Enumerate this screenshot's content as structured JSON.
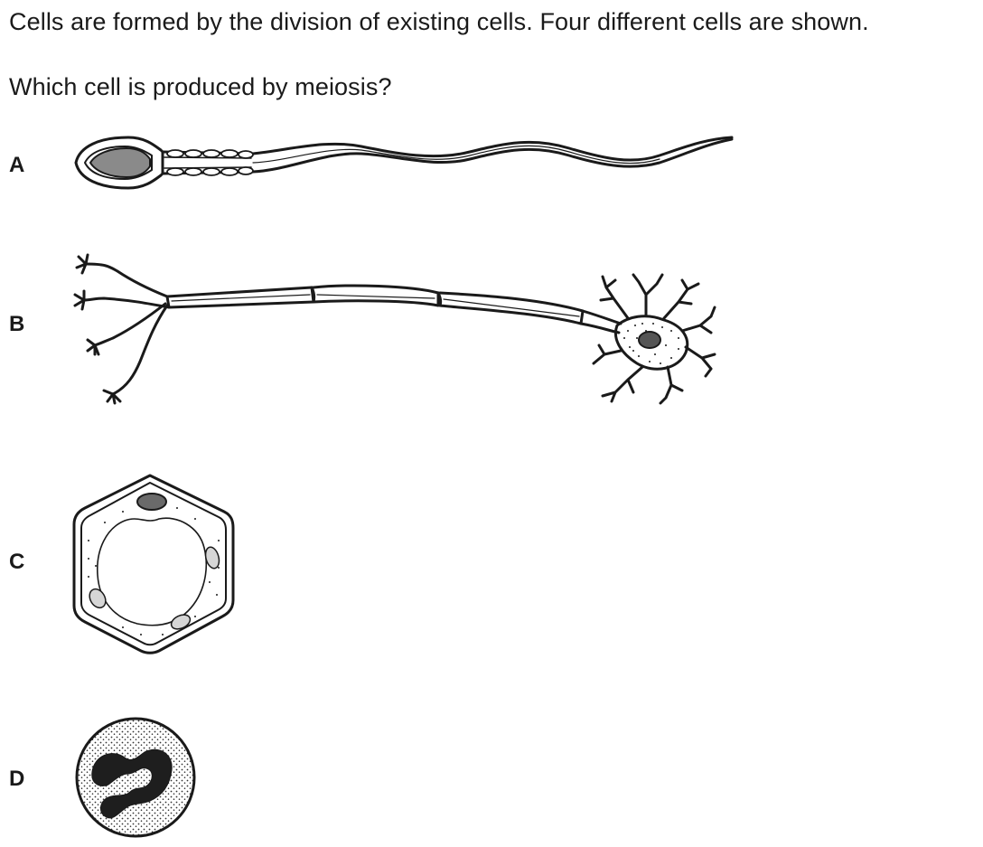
{
  "question": {
    "intro": "Cells are formed by the division of existing cells. Four different cells are shown.",
    "prompt": "Which cell is produced by meiosis?"
  },
  "options": [
    {
      "letter": "A",
      "depicts": "sperm-cell-icon"
    },
    {
      "letter": "B",
      "depicts": "nerve-cell-icon"
    },
    {
      "letter": "C",
      "depicts": "plant-cell-icon"
    },
    {
      "letter": "D",
      "depicts": "white-blood-cell-icon"
    }
  ],
  "colors": {
    "ink": "#1a1a1a",
    "nucleus_gray": "#8a8a8a",
    "chloroplast_gray": "#d6d6d6",
    "dark_nucleus": "#1e1e1e"
  }
}
